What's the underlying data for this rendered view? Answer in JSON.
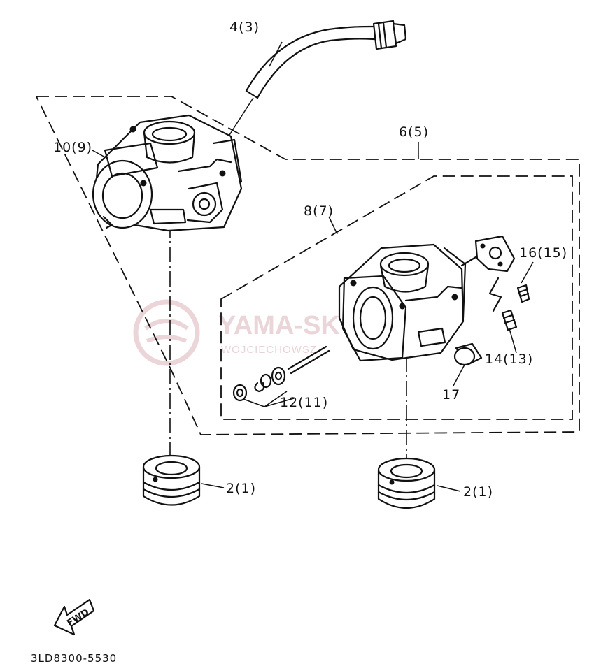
{
  "callouts": {
    "hose": "4(3)",
    "carb_left": "10(9)",
    "assembly_outer": "6(5)",
    "assembly_inner": "8(7)",
    "part_16": "16(15)",
    "part_14": "14(13)",
    "part_12": "12(11)",
    "part_17": "17",
    "joint_left": "2(1)",
    "joint_right": "2(1)"
  },
  "fwd_label": "FWD",
  "catalog_code": "3LD8300-5530",
  "watermark": {
    "title": "YAMA-SK",
    "subtitle": "WOJCIECHOWSZ"
  },
  "colors": {
    "ink": "#111111",
    "watermark": "#e4c7cc",
    "background": "#ffffff"
  }
}
